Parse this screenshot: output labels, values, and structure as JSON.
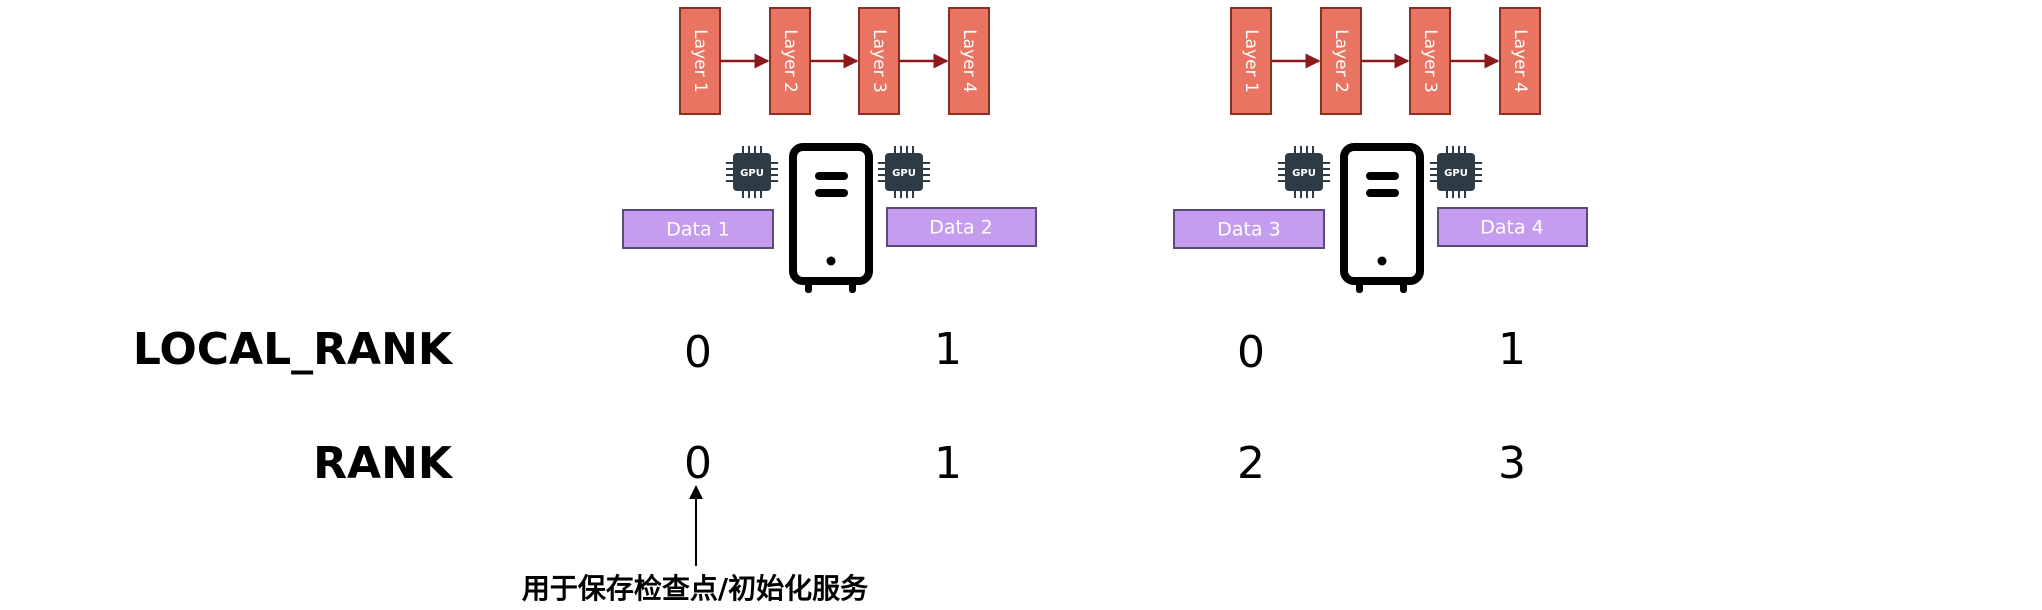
{
  "layer_labels": [
    "Layer 1",
    "Layer 2",
    "Layer 3",
    "Layer 4"
  ],
  "gpu_chip_label": "GPU",
  "data_labels": [
    "Data 1",
    "Data 2",
    "Data 3",
    "Data 4"
  ],
  "row_labels": {
    "local_rank": "LOCAL_RANK",
    "rank": "RANK"
  },
  "local_rank_values": [
    "0",
    "1",
    "0",
    "1"
  ],
  "rank_values": [
    "0",
    "1",
    "2",
    "3"
  ],
  "annotation": "用于保存检查点/初始化服务",
  "colors": {
    "layer_fill": "#e87461",
    "layer_stroke": "#8c2f24",
    "arrow": "#8b1a1a",
    "data_fill": "#c49cf0",
    "data_stroke": "#5b4a76",
    "gpu_fill": "#2c3b44",
    "server_stroke": "#000000"
  }
}
